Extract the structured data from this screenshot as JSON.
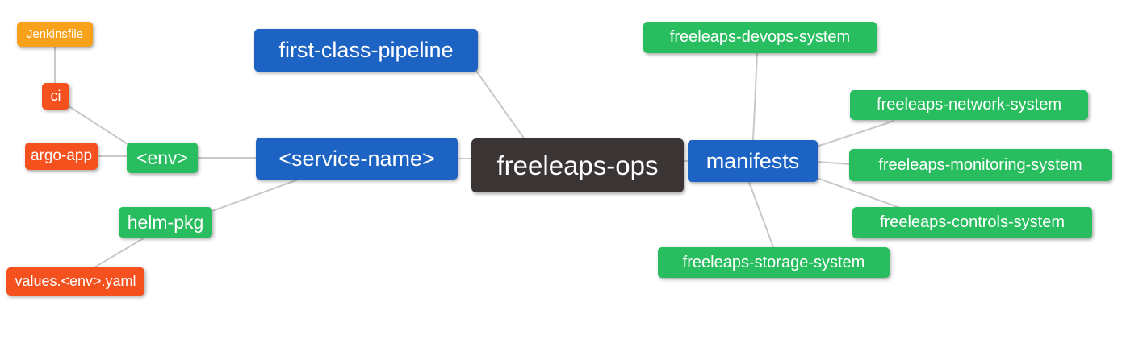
{
  "palette": {
    "root_bg": "#3a3434",
    "branch_blue": "#1c63c3",
    "leaf_green": "#28be5f",
    "leaf_orange": "#f7a21a",
    "leaf_red": "#f4511e",
    "edge_gray": "#c9c9c9",
    "node_text": "#ffffff",
    "canvas_bg": "#ffffff"
  },
  "mindmap": {
    "root": {
      "label": "freeleaps-ops"
    },
    "nodes": {
      "jenkinsfile": {
        "label": "Jenkinsfile"
      },
      "ci": {
        "label": "ci"
      },
      "argo_app": {
        "label": "argo-app"
      },
      "env": {
        "label": "<env>"
      },
      "helm_pkg": {
        "label": "helm-pkg"
      },
      "values_yaml": {
        "label": "values.<env>.yaml"
      },
      "first_class_pipeline": {
        "label": "first-class-pipeline"
      },
      "service_name": {
        "label": "<service-name>"
      },
      "manifests": {
        "label": "manifests"
      },
      "devops_system": {
        "label": "freeleaps-devops-system"
      },
      "network_system": {
        "label": "freeleaps-network-system"
      },
      "monitoring_system": {
        "label": "freeleaps-monitoring-system"
      },
      "controls_system": {
        "label": "freeleaps-controls-system"
      },
      "storage_system": {
        "label": "freeleaps-storage-system"
      }
    },
    "edges": [
      [
        "Jenkinsfile",
        "ci"
      ],
      [
        "ci",
        "<env>"
      ],
      [
        "argo-app",
        "<env>"
      ],
      [
        "<env>",
        "<service-name>"
      ],
      [
        "helm-pkg",
        "<service-name>"
      ],
      [
        "values.<env>.yaml",
        "helm-pkg"
      ],
      [
        "first-class-pipeline",
        "freeleaps-ops"
      ],
      [
        "<service-name>",
        "freeleaps-ops"
      ],
      [
        "freeleaps-ops",
        "manifests"
      ],
      [
        "manifests",
        "freeleaps-devops-system"
      ],
      [
        "manifests",
        "freeleaps-network-system"
      ],
      [
        "manifests",
        "freeleaps-monitoring-system"
      ],
      [
        "manifests",
        "freeleaps-controls-system"
      ],
      [
        "manifests",
        "freeleaps-storage-system"
      ]
    ]
  }
}
